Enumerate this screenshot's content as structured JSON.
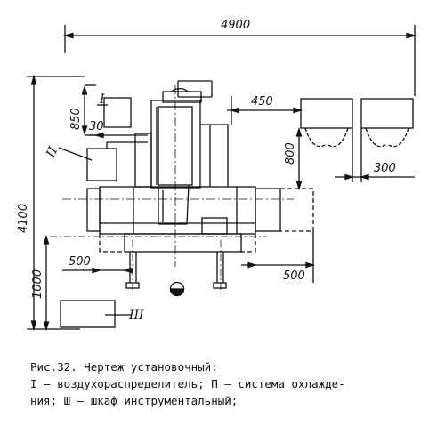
{
  "dimensions": {
    "total_width": "4900",
    "total_height": "4100",
    "d850": "850",
    "d30": "30",
    "d450": "450",
    "d800": "800",
    "d300": "300",
    "d1000": "1000",
    "d500_left": "500",
    "d500_right": "500"
  },
  "labels": {
    "unit_1": "I",
    "unit_2": "II",
    "unit_3": "III"
  },
  "caption": {
    "line1": "Рис.32. Чертеж установочный:",
    "line2": "I – воздухораспределитель; П – система охлажде-",
    "line3": "ния; Ш – шкаф инструментальный;"
  }
}
